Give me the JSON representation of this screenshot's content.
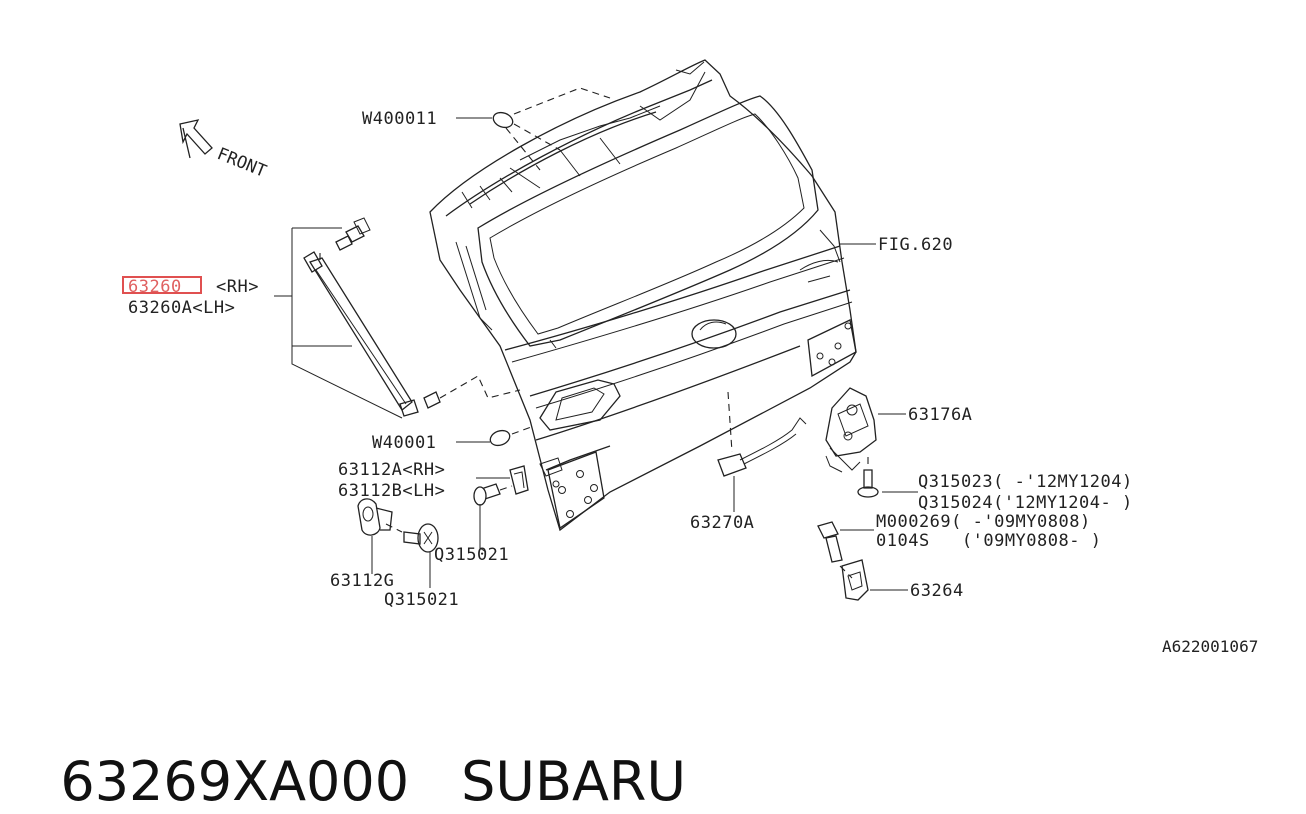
{
  "front_label": "FRONT",
  "highlight_color": "#e05050",
  "callouts": {
    "w400011": "W400011",
    "fig620": "FIG.620",
    "strut_rh": "63260",
    "strut_rh_side": "<RH>",
    "strut_lh": "63260A<LH>",
    "latch": "63176A",
    "w40001": "W40001",
    "bumper_rh": "63112A<RH>",
    "bumper_lh": "63112B<LH>",
    "bolt_q315023": "Q315023( -'12MY1204)",
    "bolt_q315024": "Q315024('12MY1204- )",
    "switch": "63270A",
    "bolt_m000269": "M000269( -'09MY0808)",
    "bolt_0104s": "0104S   ('09MY0808- )",
    "bolt_q315021_upper": "Q315021",
    "bumper_g": "63112G",
    "bolt_q315021_lower": "Q315021",
    "striker": "63264"
  },
  "diagram_id": "A622001067",
  "caption": {
    "part_number": "63269XA000",
    "brand": "SUBARU"
  }
}
